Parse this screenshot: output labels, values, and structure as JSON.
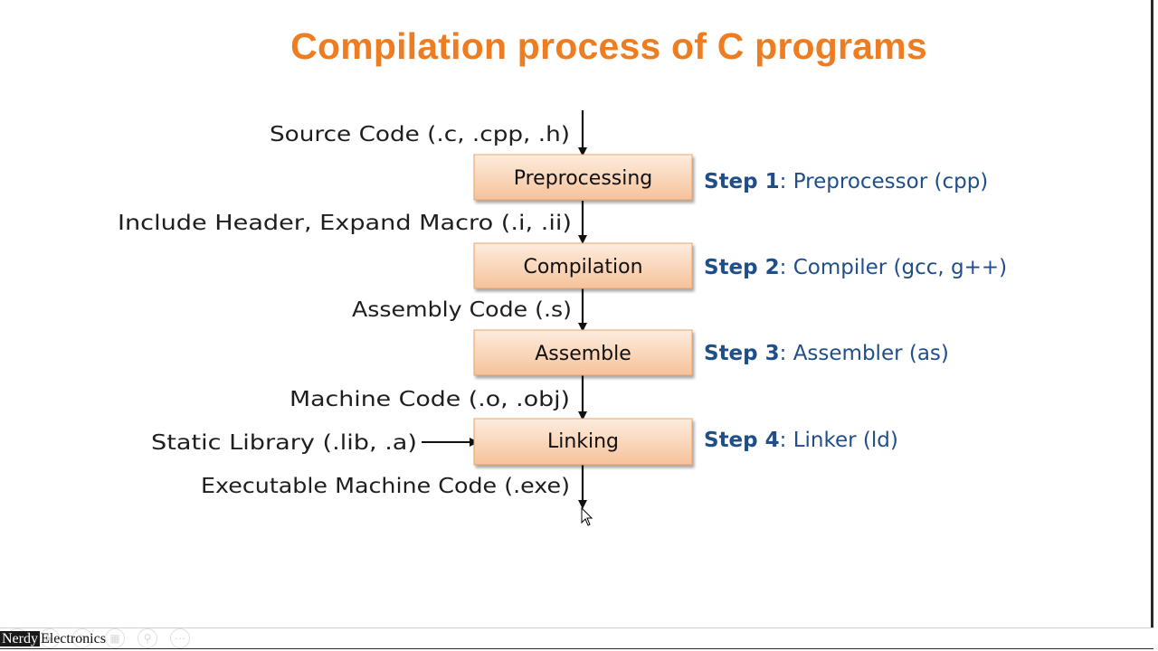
{
  "slide": {
    "title": "Compilation process of C programs"
  },
  "diagram": {
    "io_labels": {
      "source": "Source Code (.c, .cpp, .h)",
      "preprocessed": "Include Header, Expand Macro (.i, .ii)",
      "assembly": "Assembly Code (.s)",
      "machine": "Machine Code (.o, .obj)",
      "library": "Static Library (.lib, .a)",
      "executable": "Executable Machine Code (.exe)"
    },
    "stages": [
      {
        "label": "Preprocessing",
        "step_prefix": "Step 1",
        "step_detail": ": Preprocessor (cpp)"
      },
      {
        "label": "Compilation",
        "step_prefix": "Step 2",
        "step_detail": ": Compiler (gcc, g++)"
      },
      {
        "label": "Assemble",
        "step_prefix": "Step 3",
        "step_detail": ": Assembler (as)"
      },
      {
        "label": "Linking",
        "step_prefix": "Step 4",
        "step_detail": ": Linker (ld)"
      }
    ],
    "colors": {
      "title": "#ee7d22",
      "step_text": "#1f4e89",
      "box_top": "#fde9d9",
      "box_bottom": "#f7c59f",
      "box_border": "#e8a46a"
    }
  },
  "watermark": {
    "part_a": "Nerdy",
    "part_b": "Electronics"
  },
  "player_controls": [
    "back-icon",
    "forward-icon",
    "pen-icon",
    "grid-icon",
    "zoom-icon",
    "more-icon"
  ]
}
